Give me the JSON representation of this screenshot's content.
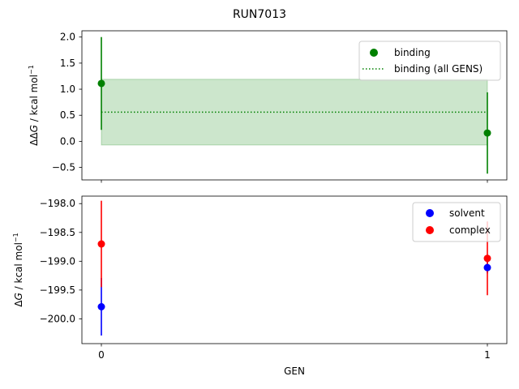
{
  "figure": {
    "title": "RUN7013"
  },
  "chart_data": [
    {
      "type": "scatter",
      "panel": "top",
      "ylabel": "ΔΔG / kcal mol⁻¹",
      "ylabel_main": "ΔΔ",
      "ylabel_sym": "G",
      "ylabel_rest": " / kcal mol",
      "ylabel_sup": "−1",
      "ylim": [
        -0.74,
        2.12
      ],
      "yticks": [
        -0.5,
        0.0,
        0.5,
        1.0,
        1.5,
        2.0
      ],
      "ytick_labels": [
        "−0.5",
        "0.0",
        "0.5",
        "1.0",
        "1.5",
        "2.0"
      ],
      "x": [
        0,
        1
      ],
      "series": [
        {
          "name": "binding",
          "color": "#008000",
          "values": [
            1.11,
            0.16
          ],
          "errors": [
            0.89,
            0.78
          ]
        }
      ],
      "reference_line": {
        "name": "binding (all GENS)",
        "value": 0.56,
        "band": [
          -0.07,
          1.19
        ],
        "color": "#008000",
        "style": "dotted"
      },
      "legend": {
        "position": "top-right",
        "items": [
          "binding",
          "binding (all GENS)"
        ]
      }
    },
    {
      "type": "scatter",
      "panel": "bottom",
      "ylabel": "ΔG / kcal mol⁻¹",
      "ylabel_main": "Δ",
      "ylabel_sym": "G",
      "ylabel_rest": " / kcal mol",
      "ylabel_sup": "−1",
      "ylim": [
        -200.43,
        -197.87
      ],
      "yticks": [
        -200.0,
        -199.5,
        -199.0,
        -198.5,
        -198.0
      ],
      "ytick_labels": [
        "−200.0",
        "−199.5",
        "−199.0",
        "−198.5",
        "−198.0"
      ],
      "xlabel": "GEN",
      "xticks": [
        0,
        1
      ],
      "xtick_labels": [
        "0",
        "1"
      ],
      "x": [
        0,
        1
      ],
      "series": [
        {
          "name": "solvent",
          "color": "#0000ff",
          "values": [
            -199.79,
            -199.11
          ],
          "errors": [
            0.5,
            0.1
          ]
        },
        {
          "name": "complex",
          "color": "#ff0000",
          "values": [
            -198.7,
            -198.95
          ],
          "errors": [
            0.75,
            0.64
          ]
        }
      ],
      "legend": {
        "position": "top-right",
        "items": [
          "solvent",
          "complex"
        ]
      }
    }
  ]
}
